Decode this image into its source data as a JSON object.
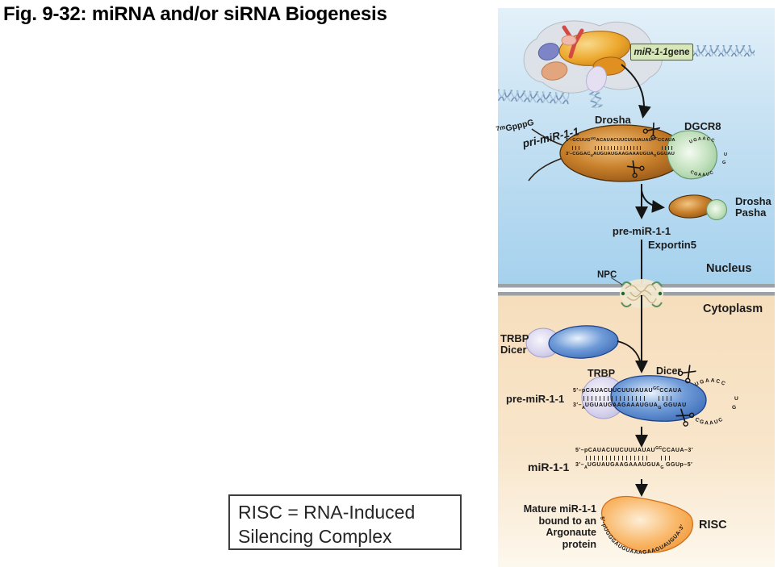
{
  "title": "Fig. 9-32: miRNA and/or siRNA Biogenesis",
  "risc_box": {
    "line1": "RISC = RNA-Induced",
    "line2": "Silencing Complex"
  },
  "diagram": {
    "compartments": {
      "nucleus": "Nucleus",
      "cytoplasm": "Cytoplasm"
    },
    "colors": {
      "nucleus_bg": "#aed6ef",
      "cytoplasm_bg": "#f7e0bd",
      "drosha": "#b06a1e",
      "dgcr8": "#aed4ab",
      "dicer": "#3f6fbe",
      "trbp": "#c9c5e5",
      "argonaute": "#f29a3f",
      "membrane": "#9aa2a8",
      "gene_box": "#d7e7ba"
    },
    "gene_box": {
      "gene_name": "miR-1-1",
      "gene_suffix": " gene"
    },
    "cap": {
      "sup": "7m",
      "text": "GpppG"
    },
    "labels": {
      "pri_mirna": "pri-miR-1-1",
      "drosha": "Drosha",
      "dgcr8": "DGCR8",
      "drosha_pasha_1": "Drosha",
      "drosha_pasha_2": "Pasha",
      "pre_mirna_nucleus": "pre-miR-1-1",
      "exportin5": "Exportin5",
      "npc": "NPC",
      "trbp_dicer_1": "TRBP",
      "trbp_dicer_2": "Dicer",
      "trbp": "TRBP",
      "dicer": "Dicer",
      "pre_mirna_cytoplasm": "pre-miR-1-1",
      "mir": "miR-1-1",
      "mature_1": "Mature miR-1-1",
      "mature_2": "bound to an",
      "mature_3": "Argonaute",
      "mature_4": "protein",
      "risc": "RISC"
    },
    "sequences": {
      "pri_top": {
        "p0": "5′–",
        "p1": "GCUUG",
        "sup1": "UG",
        "p2": "ACAUACUUCUUUAUAU",
        "sup2": "GC",
        "p3": "CCAUA"
      },
      "pri_bottom": {
        "p0": "3′–",
        "p1": "CGGAC",
        "sub1": "U",
        "p2": "AUGUAUGAAGAAAUGUA",
        "sub2": "G",
        "p3": "GGUAU"
      },
      "loop": {
        "top": "UGAACC",
        "side1": "U",
        "side2": "G",
        "bottom": "CGAAUC"
      },
      "pre_top": {
        "p0": "5′–p",
        "p1": "CAUACUUCUUUAUAU",
        "sup": "GC",
        "p2": "CCAUA"
      },
      "pre_bottom": {
        "p0": "3′–",
        "sub1": "A",
        "p1": "UGUAUGAAGAAAUGUA",
        "sub2": "G",
        "p2": "GGUAU"
      },
      "duplex_top": {
        "p0": "5′–p",
        "p1": "CAUACUUCUUUAUAU",
        "sup": "GC",
        "p2": "CCAUA–3′"
      },
      "duplex_bottom": {
        "p0": "3′–",
        "sub1": "A",
        "p1": "UGUAUGAAGAAAUGUA",
        "sub2": "G",
        "p2": "GGUp–5′"
      },
      "mature": "5′-pUGGGAUGUAAAGAAGUAUGUA-3′"
    }
  }
}
